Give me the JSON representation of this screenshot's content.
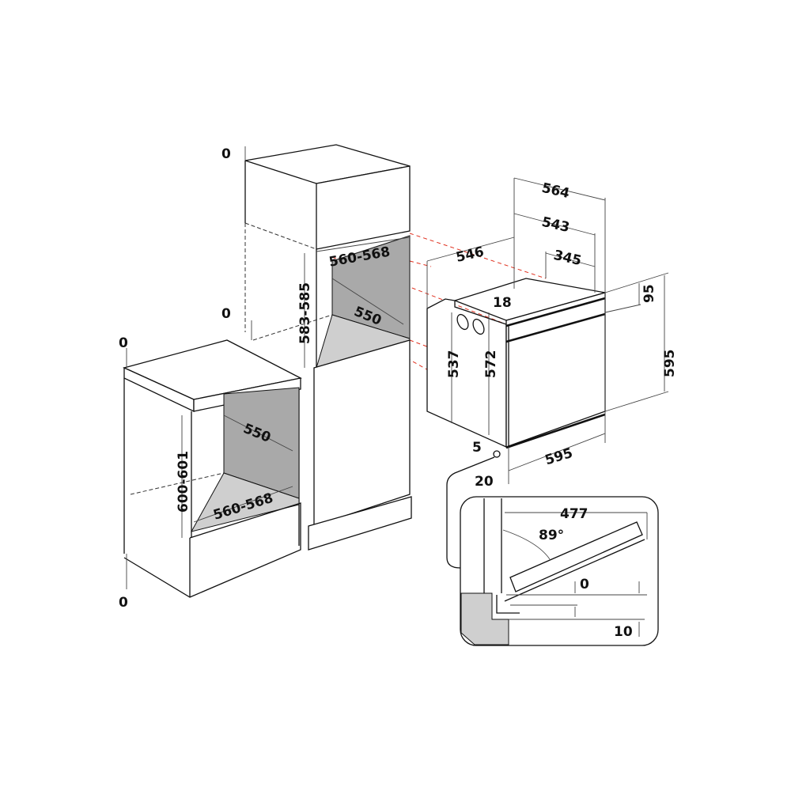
{
  "labels": {
    "tall_top_clearance": "0",
    "tall_mid_clearance": "0",
    "low_top_clearance": "0",
    "low_bottom_clearance": "0",
    "tall_width": "560-568",
    "tall_height": "583-585",
    "tall_depth": "550",
    "low_depth": "550",
    "low_height": "600-601",
    "low_width": "560-568",
    "oven_depth_total": "564",
    "oven_depth_body": "543",
    "oven_depth_top": "345",
    "oven_depth_side": "546",
    "oven_top_offset": "18",
    "oven_panel_height": "95",
    "oven_height": "595",
    "oven_side_height": "537",
    "oven_body_height": "572",
    "oven_bottom_offset": "5",
    "oven_width": "595",
    "oven_door_thickness": "20",
    "door_open_depth": "477",
    "door_angle": "89°",
    "door_gap": "0",
    "floor_gap": "10"
  },
  "colors": {
    "cavity": "#a9a9a9",
    "cavity_floor": "#cfcfcf",
    "guide_lines": "#e0301e"
  }
}
